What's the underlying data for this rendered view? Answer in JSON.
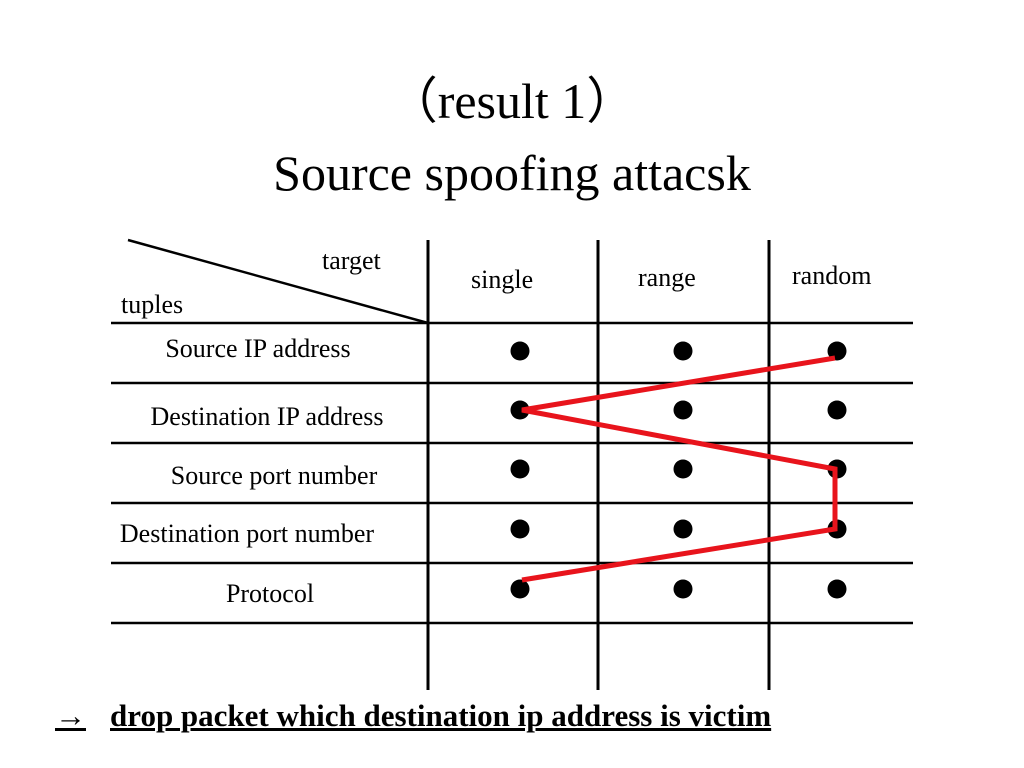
{
  "title": {
    "line1": "（result 1）",
    "line2": "Source spoofing attacsk"
  },
  "table": {
    "header_target": "target",
    "header_tuples": "tuples",
    "columns": [
      "single",
      "range",
      "random"
    ],
    "rows": [
      "Source IP address",
      "Destination IP address",
      "Source port number",
      "Destination port number",
      "Protocol"
    ],
    "marker": "●",
    "highlight_color": "#e8141c",
    "highlight_path": [
      {
        "row": "Source IP address",
        "column": "random"
      },
      {
        "row": "Destination IP address",
        "column": "single"
      },
      {
        "row": "Source port number",
        "column": "random"
      },
      {
        "row": "Destination port number",
        "column": "random"
      },
      {
        "row": "Protocol",
        "column": "single"
      }
    ]
  },
  "footer": {
    "arrow": "→",
    "text": "drop packet which destination ip address is victim"
  }
}
